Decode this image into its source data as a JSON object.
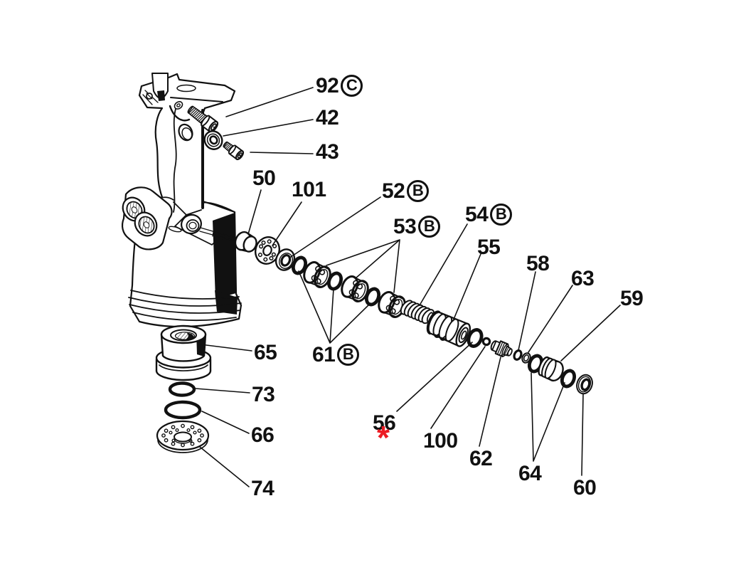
{
  "figure": {
    "type": "exploded-parts-diagram",
    "background": "#ffffff",
    "line_color": "#111111",
    "accent_red": "#ec1c24",
    "callouts": {
      "c92": {
        "label": "92",
        "badge": "C"
      },
      "c42": {
        "label": "42"
      },
      "c43": {
        "label": "43"
      },
      "c50": {
        "label": "50"
      },
      "c101": {
        "label": "101"
      },
      "c52": {
        "label": "52",
        "badge": "B"
      },
      "c53": {
        "label": "53",
        "badge": "B"
      },
      "c54": {
        "label": "54",
        "badge": "B"
      },
      "c55": {
        "label": "55"
      },
      "c58": {
        "label": "58"
      },
      "c63": {
        "label": "63"
      },
      "c59": {
        "label": "59"
      },
      "c61": {
        "label": "61",
        "badge": "B"
      },
      "c65": {
        "label": "65"
      },
      "c73": {
        "label": "73"
      },
      "c66": {
        "label": "66"
      },
      "c74": {
        "label": "74"
      },
      "c56": {
        "label": "56",
        "note": "*"
      },
      "c100": {
        "label": "100"
      },
      "c62": {
        "label": "62"
      },
      "c64": {
        "label": "64"
      },
      "c60": {
        "label": "60"
      }
    }
  }
}
